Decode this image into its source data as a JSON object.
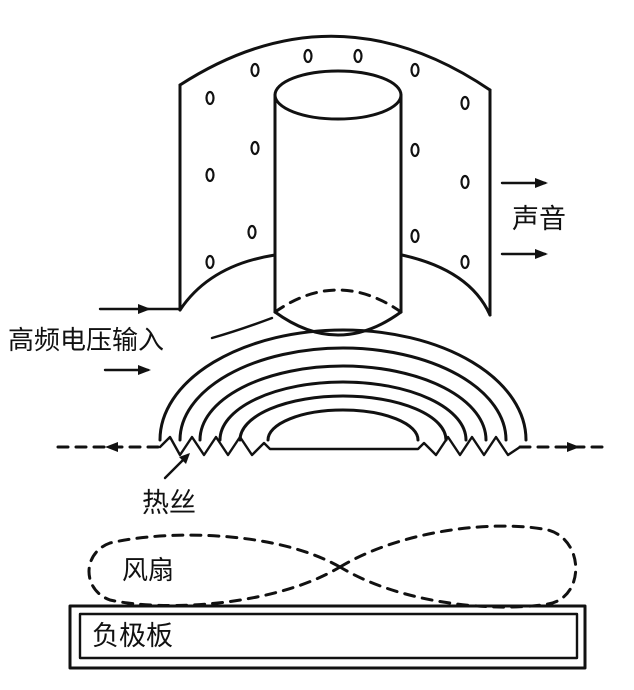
{
  "labels": {
    "sound": "声音",
    "hf_input": "高频电压输入",
    "hot_wire": "热丝",
    "fan": "风扇",
    "cathode_plate": "负极板"
  },
  "colors": {
    "ink": "#111111",
    "paper": "#ffffff"
  }
}
